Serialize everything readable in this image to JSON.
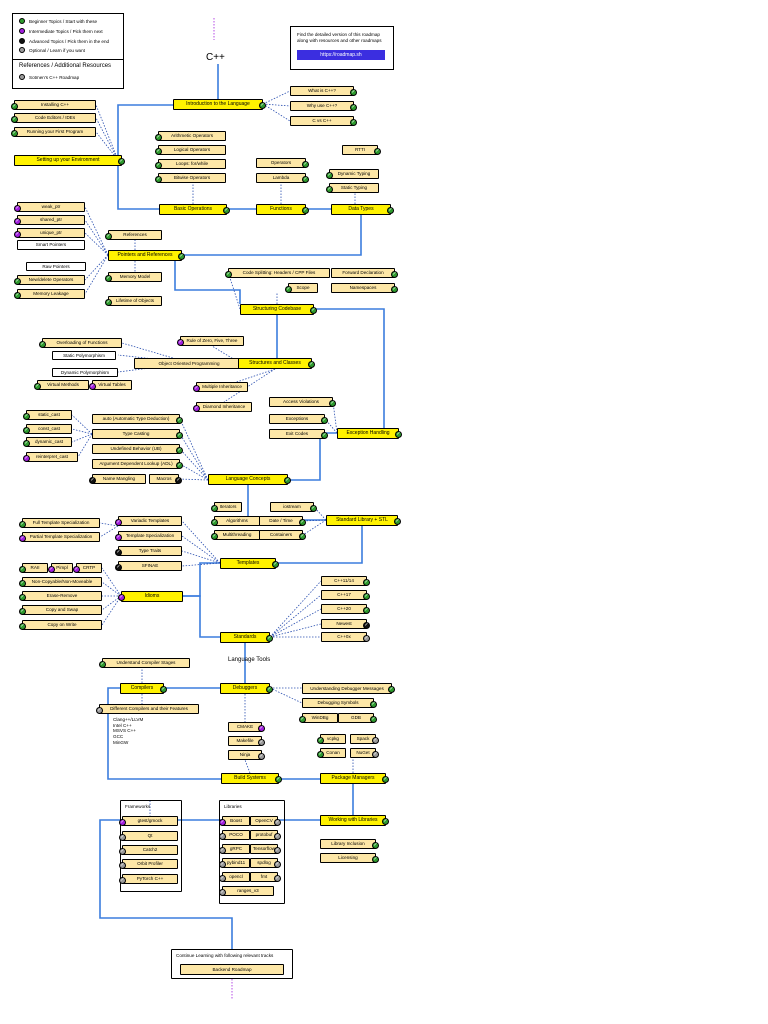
{
  "title": "C++",
  "legend": {
    "items": [
      {
        "label": "Beginner Topics / Start with these",
        "color": "#2e9b2e"
      },
      {
        "label": "Intermediate Topics / Pick them next",
        "color": "#a21fe0"
      },
      {
        "label": "Advanced Topics / Pick them in the end",
        "color": "#111111"
      },
      {
        "label": "Optional / Learn if you want",
        "color": "#9b9b9b"
      }
    ],
    "references_title": "References / Additional Resources",
    "references": [
      {
        "label": "Sotmen's C++ Roadmap",
        "color": "#9b9b9b"
      }
    ]
  },
  "info": {
    "text_line1": "Find the detailed version of this roadmap",
    "text_line2": "along with resources and other roadmaps",
    "button": "https://roadmap.sh"
  },
  "language_tools_label": "Language Tools",
  "nodes": [
    {
      "label": "Introduction to the Language",
      "kind": "main",
      "badge": "green"
    },
    {
      "label": "What is C++?",
      "kind": "sub",
      "badge": "green"
    },
    {
      "label": "Why use C++?",
      "kind": "sub",
      "badge": "green"
    },
    {
      "label": "C vs C++",
      "kind": "sub",
      "badge": "green"
    },
    {
      "label": "Installing C++",
      "kind": "sub",
      "badge": "green"
    },
    {
      "label": "Code Editors / IDEs",
      "kind": "sub",
      "badge": "green"
    },
    {
      "label": "Running your First Program",
      "kind": "sub",
      "badge": "green"
    },
    {
      "label": "Setting up your Environment",
      "kind": "main",
      "badge": "green"
    },
    {
      "label": "Arithmetic Operators",
      "kind": "sub",
      "badge": "green"
    },
    {
      "label": "Logical Operators",
      "kind": "sub",
      "badge": "green"
    },
    {
      "label": "Loops: for/while",
      "kind": "sub",
      "badge": "green"
    },
    {
      "label": "Bitwise Operators",
      "kind": "sub",
      "badge": "green"
    },
    {
      "label": "Operators",
      "kind": "sub",
      "badge": "green"
    },
    {
      "label": "Lambda",
      "kind": "sub",
      "badge": "green"
    },
    {
      "label": "RTTI",
      "kind": "sub",
      "badge": "green"
    },
    {
      "label": "Dynamic Typing",
      "kind": "sub",
      "badge": "green"
    },
    {
      "label": "Static Typing",
      "kind": "sub",
      "badge": "green"
    },
    {
      "label": "Basic Operations",
      "kind": "main",
      "badge": "green"
    },
    {
      "label": "Functions",
      "kind": "main",
      "badge": "green"
    },
    {
      "label": "Data Types",
      "kind": "main",
      "badge": "green"
    },
    {
      "label": "weak_ptr",
      "kind": "sub",
      "badge": "purple"
    },
    {
      "label": "shared_ptr",
      "kind": "sub",
      "badge": "purple"
    },
    {
      "label": "unique_ptr",
      "kind": "sub",
      "badge": "purple"
    },
    {
      "label": "Smart Pointers",
      "kind": "plain",
      "badge": ""
    },
    {
      "label": "References",
      "kind": "sub",
      "badge": "green"
    },
    {
      "label": "Pointers and References",
      "kind": "main",
      "badge": "green"
    },
    {
      "label": "Raw Pointers",
      "kind": "plain",
      "badge": ""
    },
    {
      "label": "New/delete Operators",
      "kind": "sub",
      "badge": "green"
    },
    {
      "label": "Memory Leakage",
      "kind": "sub",
      "badge": "green"
    },
    {
      "label": "Memory Model",
      "kind": "sub",
      "badge": "green"
    },
    {
      "label": "Lifetime of Objects",
      "kind": "sub",
      "badge": "green"
    },
    {
      "label": "Code Splitting: Headers / CPP Files",
      "kind": "sub",
      "badge": "green"
    },
    {
      "label": "Forward Declaration",
      "kind": "sub",
      "badge": "green"
    },
    {
      "label": "Scope",
      "kind": "sub",
      "badge": "green"
    },
    {
      "label": "Namespaces",
      "kind": "sub",
      "badge": "green"
    },
    {
      "label": "Structuring Codebase",
      "kind": "main",
      "badge": "green"
    },
    {
      "label": "Rule of Zero, Five, Three",
      "kind": "sub",
      "badge": "purple"
    },
    {
      "label": "Overloading of Functions",
      "kind": "sub",
      "badge": "green"
    },
    {
      "label": "Static Polymorphism",
      "kind": "plain",
      "badge": ""
    },
    {
      "label": "Object Oriented Programming",
      "kind": "sub",
      "badge": "green"
    },
    {
      "label": "Structures and Classes",
      "kind": "main",
      "badge": "green"
    },
    {
      "label": "Dynamic Polymorphism",
      "kind": "plain",
      "badge": ""
    },
    {
      "label": "Virtual Methods",
      "kind": "sub",
      "badge": "green"
    },
    {
      "label": "Virtual Tables",
      "kind": "sub",
      "badge": "purple"
    },
    {
      "label": "Multiple Inheritance",
      "kind": "sub",
      "badge": "purple"
    },
    {
      "label": "Diamond Inheritance",
      "kind": "sub",
      "badge": "purple"
    },
    {
      "label": "Access Violations",
      "kind": "sub",
      "badge": "green"
    },
    {
      "label": "Exceptions",
      "kind": "sub",
      "badge": "green"
    },
    {
      "label": "Exit Codes",
      "kind": "sub",
      "badge": "green"
    },
    {
      "label": "Exception Handling",
      "kind": "main",
      "badge": "green"
    },
    {
      "label": "static_cast",
      "kind": "sub",
      "badge": "green"
    },
    {
      "label": "const_cast",
      "kind": "sub",
      "badge": "green"
    },
    {
      "label": "dynamic_cast",
      "kind": "sub",
      "badge": "green"
    },
    {
      "label": "reinterpret_cast",
      "kind": "sub",
      "badge": "purple"
    },
    {
      "label": "auto (Automatic Type Deduction)",
      "kind": "sub",
      "badge": "green"
    },
    {
      "label": "Type Casting",
      "kind": "sub",
      "badge": "green"
    },
    {
      "label": "Undefined Behavior (UB)",
      "kind": "sub",
      "badge": "green"
    },
    {
      "label": "Argument Dependent Lookup (ADL)",
      "kind": "sub",
      "badge": "green"
    },
    {
      "label": "Name Mangling",
      "kind": "sub",
      "badge": "black"
    },
    {
      "label": "Macros",
      "kind": "sub",
      "badge": "black"
    },
    {
      "label": "Language Concepts",
      "kind": "main",
      "badge": "green"
    },
    {
      "label": "Iterators",
      "kind": "sub",
      "badge": "green"
    },
    {
      "label": "iostream",
      "kind": "sub",
      "badge": "green"
    },
    {
      "label": "Algorithms",
      "kind": "sub",
      "badge": "green"
    },
    {
      "label": "Date / Time",
      "kind": "sub",
      "badge": "green"
    },
    {
      "label": "Multithreading",
      "kind": "sub",
      "badge": "green"
    },
    {
      "label": "Containers",
      "kind": "sub",
      "badge": "green"
    },
    {
      "label": "Standard Library + STL",
      "kind": "main",
      "badge": "green"
    },
    {
      "label": "Full Template Specialization",
      "kind": "sub",
      "badge": "green"
    },
    {
      "label": "Partial Template Specialization",
      "kind": "sub",
      "badge": "purple"
    },
    {
      "label": "Variadic Templates",
      "kind": "sub",
      "badge": "purple"
    },
    {
      "label": "Template Specialization",
      "kind": "sub",
      "badge": "purple"
    },
    {
      "label": "Type Traits",
      "kind": "sub",
      "badge": "black"
    },
    {
      "label": "SFINAE",
      "kind": "sub",
      "badge": "black"
    },
    {
      "label": "Templates",
      "kind": "main",
      "badge": "green"
    },
    {
      "label": "RAII",
      "kind": "sub",
      "badge": "green"
    },
    {
      "label": "Pimpl",
      "kind": "sub",
      "badge": "purple"
    },
    {
      "label": "CRTP",
      "kind": "sub",
      "badge": "purple"
    },
    {
      "label": "Non-Copyable/Non-Moveable",
      "kind": "sub",
      "badge": "green"
    },
    {
      "label": "Erase-Remove",
      "kind": "sub",
      "badge": "green"
    },
    {
      "label": "Copy and Swap",
      "kind": "sub",
      "badge": "green"
    },
    {
      "label": "Copy on Write",
      "kind": "sub",
      "badge": "green"
    },
    {
      "label": "Idioms",
      "kind": "main",
      "badge": "purple"
    },
    {
      "label": "C++11/14",
      "kind": "sub",
      "badge": "green"
    },
    {
      "label": "C++17",
      "kind": "sub",
      "badge": "green"
    },
    {
      "label": "C++20",
      "kind": "sub",
      "badge": "green"
    },
    {
      "label": "Newest",
      "kind": "sub",
      "badge": "black"
    },
    {
      "label": "C++0x",
      "kind": "sub",
      "badge": "gray"
    },
    {
      "label": "Standards",
      "kind": "main",
      "badge": "green"
    },
    {
      "label": "Understand Compiler Stages",
      "kind": "sub",
      "badge": "green"
    },
    {
      "label": "Compilers",
      "kind": "main",
      "badge": "green"
    },
    {
      "label": "Debuggers",
      "kind": "main",
      "badge": "green"
    },
    {
      "label": "Different Compilers and their Features",
      "kind": "sub",
      "badge": "gray"
    },
    {
      "label": "Understanding Debugger Messages",
      "kind": "sub",
      "badge": "green"
    },
    {
      "label": "Debugging Symbols",
      "kind": "sub",
      "badge": "green"
    },
    {
      "label": "WinDBg",
      "kind": "sub",
      "badge": "green"
    },
    {
      "label": "GDB",
      "kind": "sub",
      "badge": "green"
    },
    {
      "label": "CMAKE",
      "kind": "sub",
      "badge": "purple"
    },
    {
      "label": "Makefile",
      "kind": "sub",
      "badge": "gray"
    },
    {
      "label": "Ninja",
      "kind": "sub",
      "badge": "gray"
    },
    {
      "label": "vcpkg",
      "kind": "sub",
      "badge": "green"
    },
    {
      "label": "Spack",
      "kind": "sub",
      "badge": "gray"
    },
    {
      "label": "Conan",
      "kind": "sub",
      "badge": "green"
    },
    {
      "label": "NuGet",
      "kind": "sub",
      "badge": "gray"
    },
    {
      "label": "Build Systems",
      "kind": "main",
      "badge": "green"
    },
    {
      "label": "Package Managers",
      "kind": "main",
      "badge": "green"
    },
    {
      "label": "gtest/gmock",
      "kind": "sub",
      "badge": "purple"
    },
    {
      "label": "Qt",
      "kind": "sub",
      "badge": "gray"
    },
    {
      "label": "Catch2",
      "kind": "sub",
      "badge": "gray"
    },
    {
      "label": "Orbit Profiler",
      "kind": "sub",
      "badge": "gray"
    },
    {
      "label": "PyTorch C++",
      "kind": "sub",
      "badge": "gray"
    },
    {
      "label": "Boost",
      "kind": "sub",
      "badge": "purple"
    },
    {
      "label": "OpenCV",
      "kind": "sub",
      "badge": "gray"
    },
    {
      "label": "POCO",
      "kind": "sub",
      "badge": "gray"
    },
    {
      "label": "protobuf",
      "kind": "sub",
      "badge": "gray"
    },
    {
      "label": "gRPC",
      "kind": "sub",
      "badge": "gray"
    },
    {
      "label": "Tensorflow",
      "kind": "sub",
      "badge": "gray"
    },
    {
      "label": "pybind11",
      "kind": "sub",
      "badge": "gray"
    },
    {
      "label": "spdlog",
      "kind": "sub",
      "badge": "gray"
    },
    {
      "label": "opencl",
      "kind": "sub",
      "badge": "gray"
    },
    {
      "label": "fmt",
      "kind": "sub",
      "badge": "gray"
    },
    {
      "label": "ranges_v3",
      "kind": "sub",
      "badge": "gray"
    },
    {
      "label": "Working with Libraries",
      "kind": "main",
      "badge": "green"
    },
    {
      "label": "Library Inclusion",
      "kind": "sub",
      "badge": "green"
    },
    {
      "label": "Licensing",
      "kind": "sub",
      "badge": "green"
    },
    {
      "label": "Backend Roadmap",
      "kind": "sub",
      "badge": ""
    }
  ],
  "compiler_list": [
    "Clang++/LLVM",
    "Intel C++",
    "MSVS C++",
    "GCC",
    "MinGW"
  ],
  "frameworks_label": "Frameworks",
  "libraries_label": "Libraries",
  "continue_label": "Continue Learning with following relevant tracks"
}
